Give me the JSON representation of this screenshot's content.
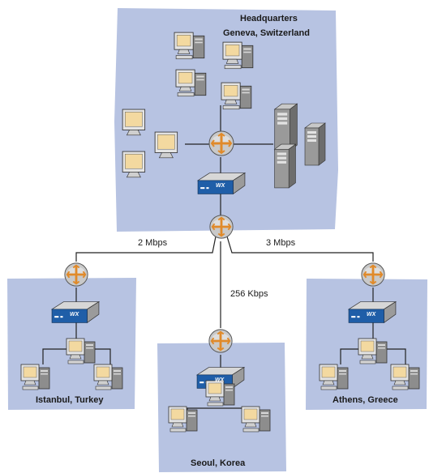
{
  "headquarters": {
    "title": "Headquarters",
    "location": "Geneva, Switzerland"
  },
  "branches": [
    {
      "id": "istanbul",
      "label": "Istanbul, Turkey",
      "link_speed": "2 Mbps"
    },
    {
      "id": "seoul",
      "label": "Seoul, Korea",
      "link_speed": "256 Kbps"
    },
    {
      "id": "athens",
      "label": "Athens, Greece",
      "link_speed": "3 Mbps"
    }
  ],
  "device_badge": "WX",
  "colors": {
    "region_fill": "#b7c3e2",
    "wx_blue": "#1f5ea8",
    "router_fill": "#c9c9c9",
    "router_cross": "#e08a2a",
    "link_line": "#222222",
    "pc_screen": "#f3d9a0",
    "server_body": "#9a9a9a"
  },
  "icons": {
    "router": "router-icon",
    "wx_appliance": "wx-appliance-icon",
    "workstation": "desktop-computer-icon",
    "server": "tower-server-icon"
  }
}
